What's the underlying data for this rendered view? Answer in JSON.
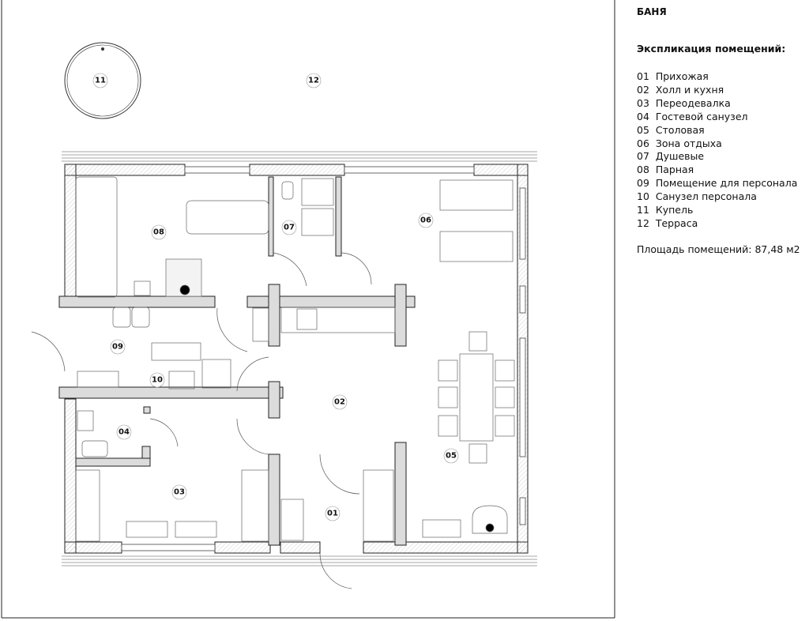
{
  "legend": {
    "title": "БАНЯ",
    "heading": "Экспликация помещений:",
    "items": [
      "01  Прихожая",
      "02  Холл и кухня",
      "03  Переодевалка",
      "04  Гостевой санузел",
      "05  Столовая",
      "06  Зона отдыха",
      "07  Душевые",
      "08  Парная",
      "09  Помещение для персонала",
      "10  Санузел персонала",
      "11  Купель",
      "12  Терраса"
    ],
    "area": "Площадь помещений: 87,48 м2"
  },
  "rooms": {
    "r01": "01",
    "r02": "02",
    "r03": "03",
    "r04": "04",
    "r05": "05",
    "r06": "06",
    "r07": "07",
    "r08": "08",
    "r09": "09",
    "r10": "10",
    "r11": "11",
    "r12": "12"
  },
  "colors": {
    "wall": "#dcdcdc",
    "line": "#222222"
  }
}
